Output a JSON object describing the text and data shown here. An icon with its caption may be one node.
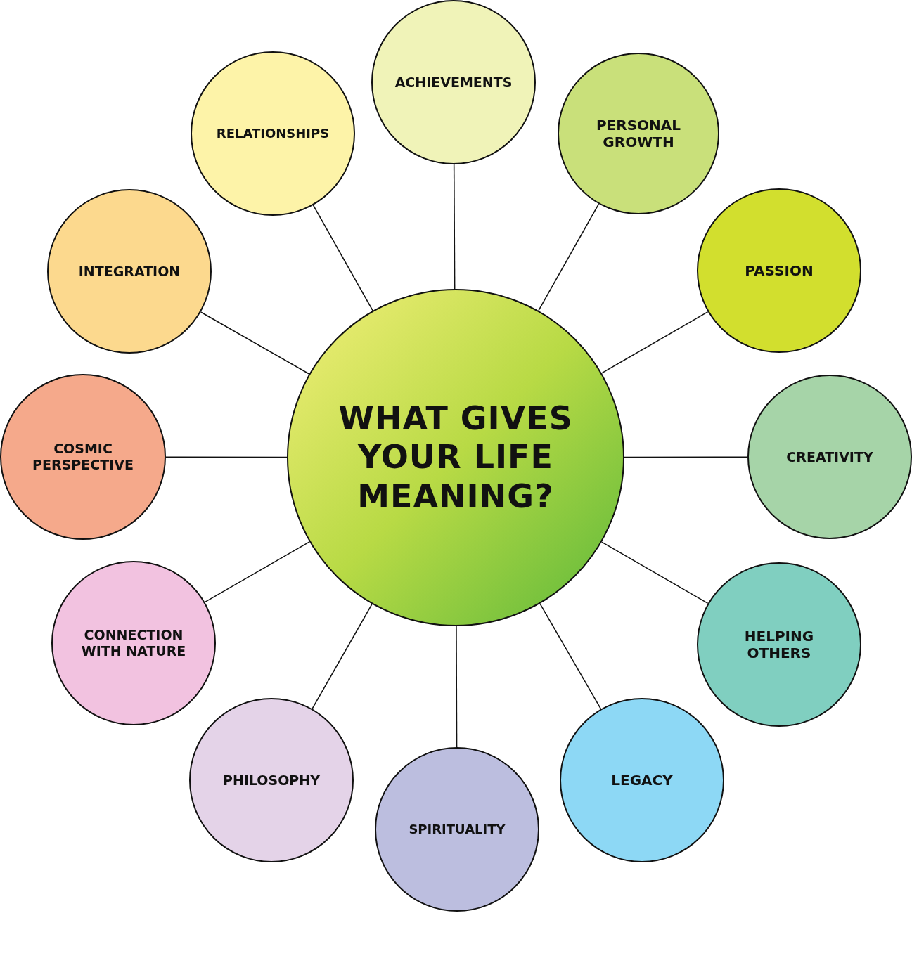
{
  "diagram": {
    "nodes": [
      {
        "text": [
          "WHAT GIVES YOUR LIFE MEANING?"
        ]
      },
      {
        "text": [
          "ACHIEVEMENTS"
        ]
      },
      {
        "text": [
          "PERSONAL GROWTH"
        ]
      },
      {
        "text": [
          "PASSION"
        ]
      },
      {
        "text": [
          "CREATIVITY"
        ]
      },
      {
        "text": [
          "HELPING OTHERS"
        ]
      },
      {
        "text": [
          "LEGACY"
        ]
      },
      {
        "text": [
          "SPIRITUALITY"
        ]
      },
      {
        "text": [
          "PHILOSOPHY"
        ]
      },
      {
        "text": [
          "CONNECTION WITH NATURE"
        ]
      },
      {
        "text": [
          "COSMIC PERSPECTIVE"
        ]
      },
      {
        "text": [
          "INTEGRATION"
        ]
      },
      {
        "text": [
          "RELATIONSHIPS"
        ]
      }
    ],
    "edges": [
      {
        "from": 0,
        "to": 1,
        "arrow": "none"
      },
      {
        "from": 0,
        "to": 2,
        "arrow": "none"
      },
      {
        "from": 0,
        "to": 3,
        "arrow": "none"
      },
      {
        "from": 0,
        "to": 4,
        "arrow": "none"
      },
      {
        "from": 0,
        "to": 5,
        "arrow": "none"
      },
      {
        "from": 0,
        "to": 6,
        "arrow": "none"
      },
      {
        "from": 0,
        "to": 7,
        "arrow": "none"
      },
      {
        "from": 0,
        "to": 8,
        "arrow": "none"
      },
      {
        "from": 0,
        "to": 9,
        "arrow": "none"
      },
      {
        "from": 0,
        "to": 10,
        "arrow": "none"
      },
      {
        "from": 0,
        "to": 11,
        "arrow": "none"
      },
      {
        "from": 0,
        "to": 12,
        "arrow": "none"
      }
    ]
  }
}
